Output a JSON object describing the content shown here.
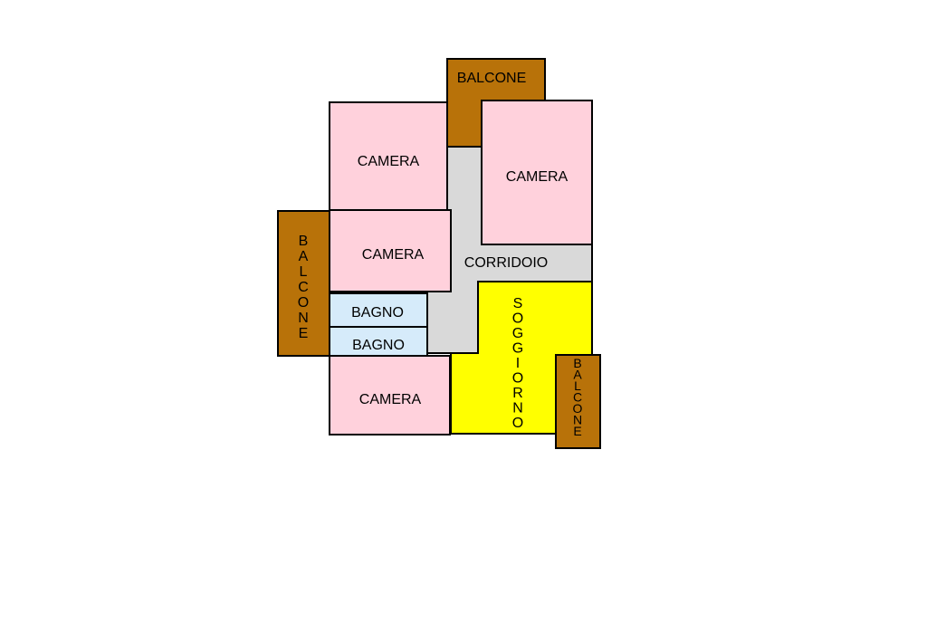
{
  "floorplan": {
    "colors": {
      "camera": "#ffd1dc",
      "balcone": "#b87209",
      "bagno": "#d6ebfa",
      "corridoio": "#d9d9d9",
      "soggiorno": "#ffff00",
      "wall": "#000000"
    },
    "rooms": {
      "balcone_top": "BALCONE",
      "camera_top_left": "CAMERA",
      "camera_top_right": "CAMERA",
      "camera_mid_left": "CAMERA",
      "corridoio": "CORRIDOIO",
      "bagno_1": "BAGNO",
      "bagno_2": "BAGNO",
      "camera_bottom": "CAMERA",
      "balcone_left": "BALCONE",
      "soggiorno": "SOGGIORNO",
      "balcone_right": "BALCONE"
    }
  }
}
